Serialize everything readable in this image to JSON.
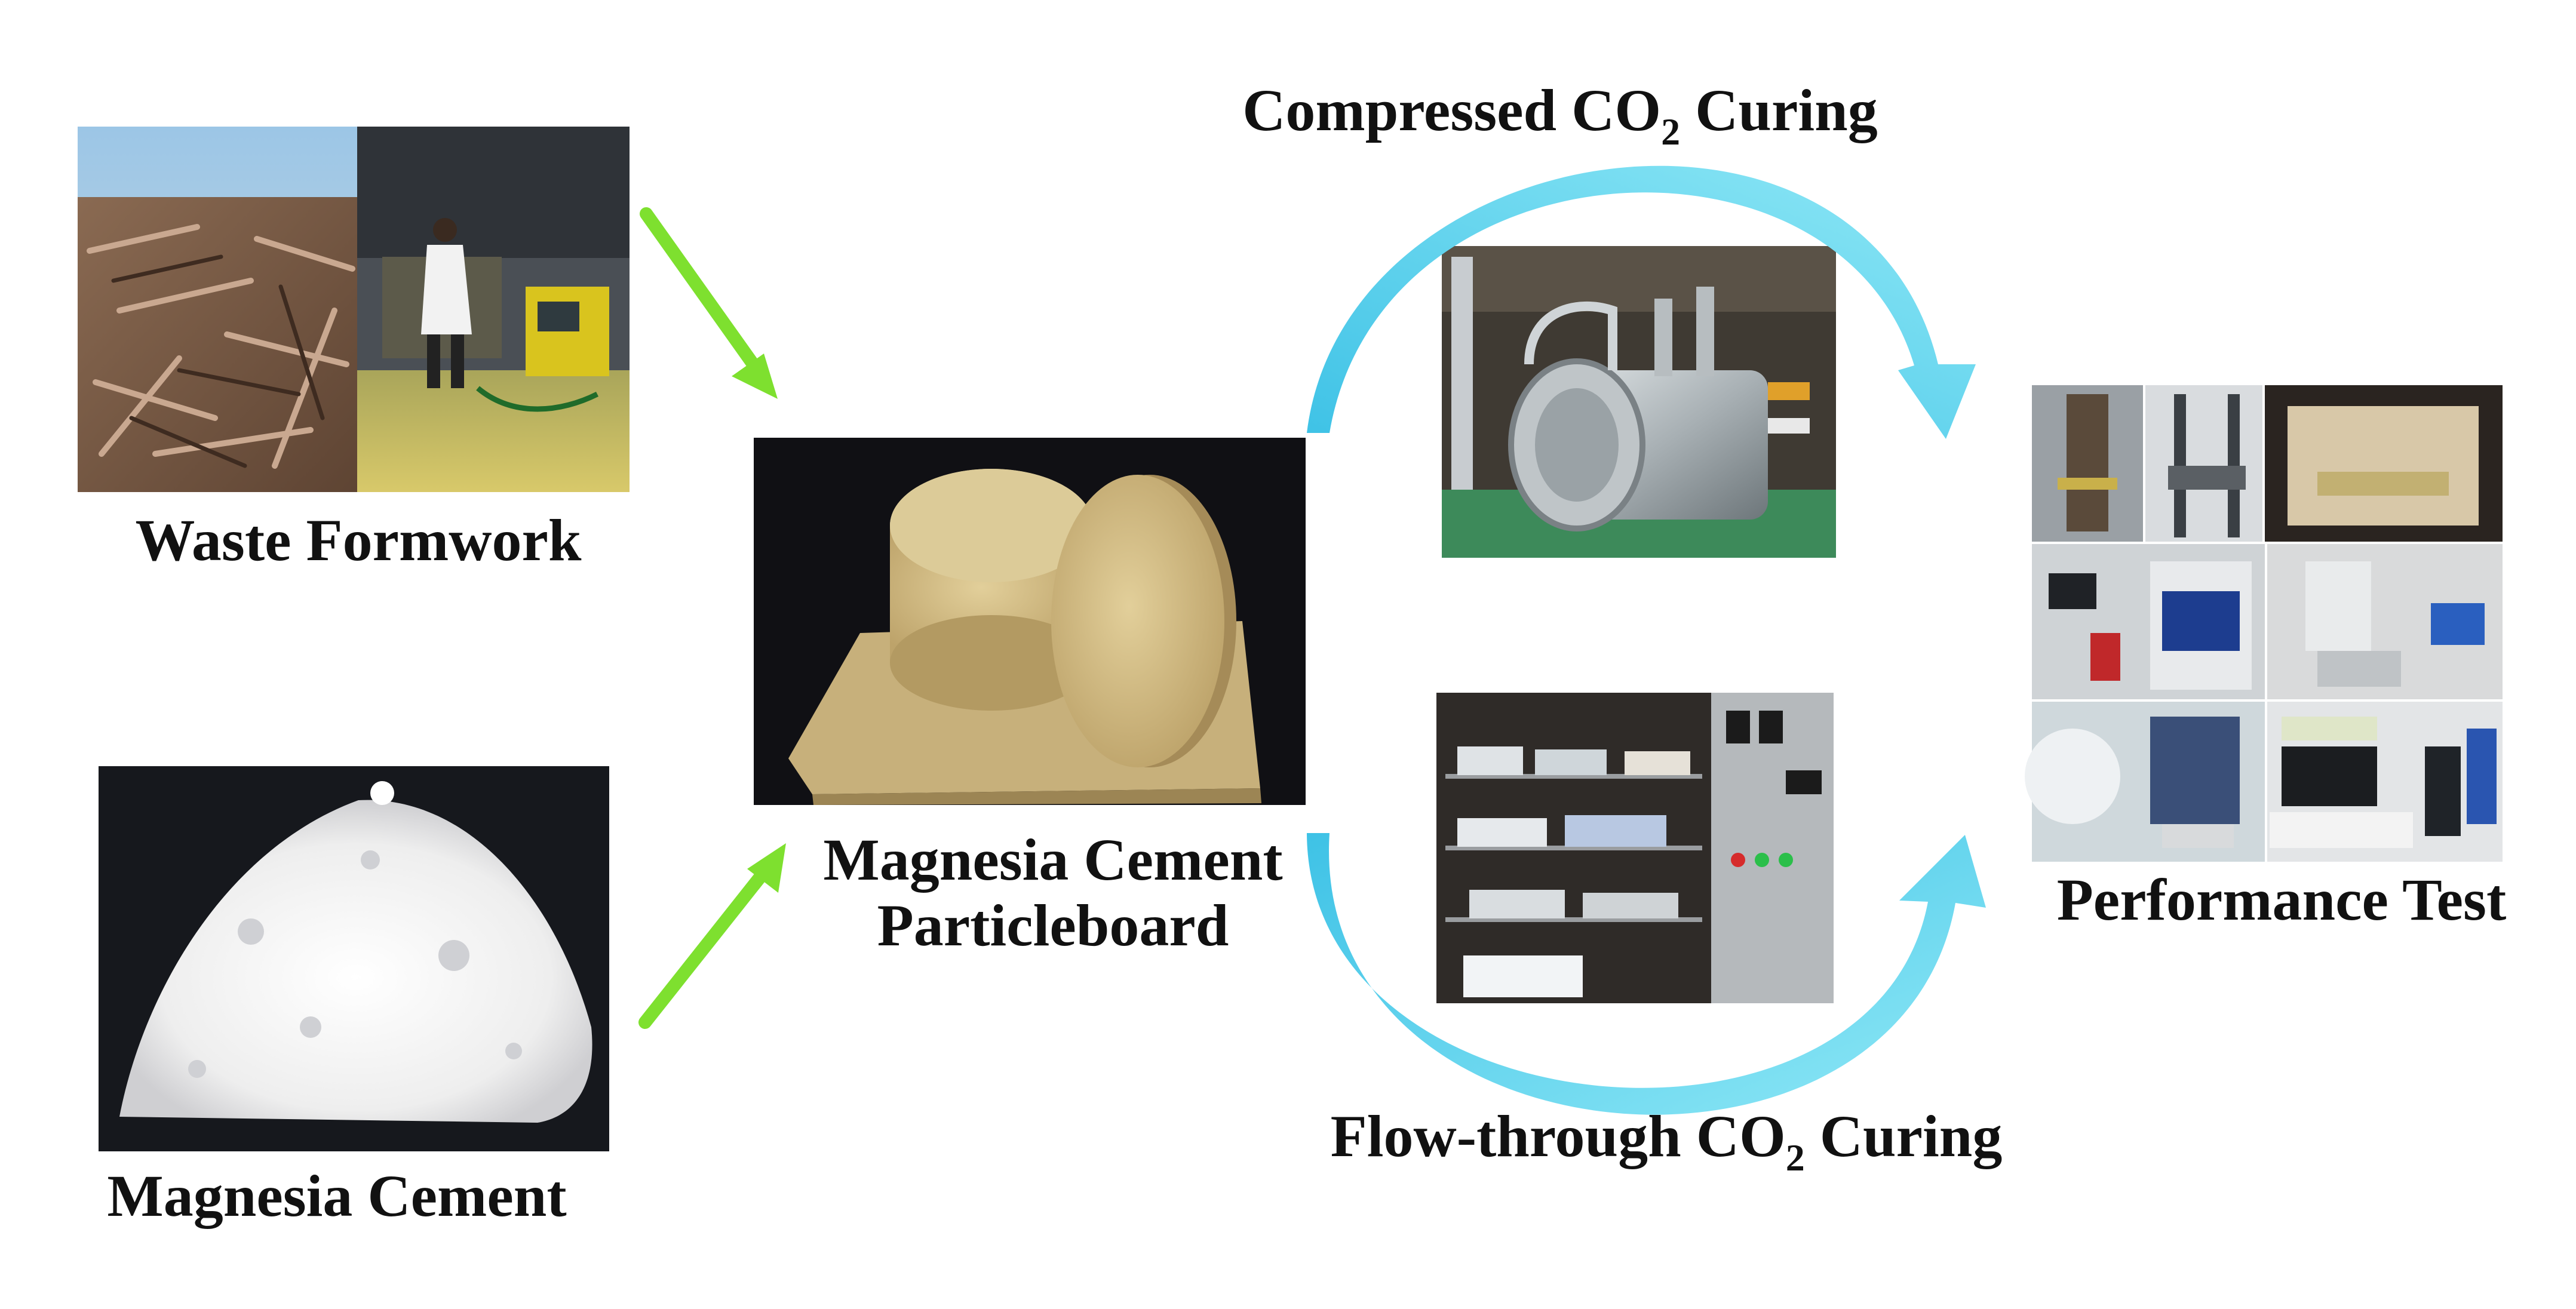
{
  "labels": {
    "waste_formwork": "Waste Formwork",
    "magnesia_cement": "Magnesia Cement",
    "particleboard_line1": "Magnesia Cement",
    "particleboard_line2": "Particleboard",
    "compressed_pre": "Compressed CO",
    "compressed_sub": "2",
    "compressed_post": " Curing",
    "flow_pre": "Flow-through CO",
    "flow_sub": "2",
    "flow_post": " Curing",
    "performance_test": "Performance Test"
  },
  "colors": {
    "input_arrow": "#7ee02f",
    "curing_arrow": "#4fd6ee",
    "text": "#111111"
  },
  "images": {
    "waste_pile": "waste-wood-photo",
    "lab_worker": "lab-worker-photo",
    "powder": "magnesia-powder-photo",
    "particleboard": "particleboard-sample-photo",
    "pressure_vessel": "pressure-vessel-photo",
    "curing_chamber": "curing-chamber-photo",
    "test_equipment": "test-equipment-collage"
  }
}
